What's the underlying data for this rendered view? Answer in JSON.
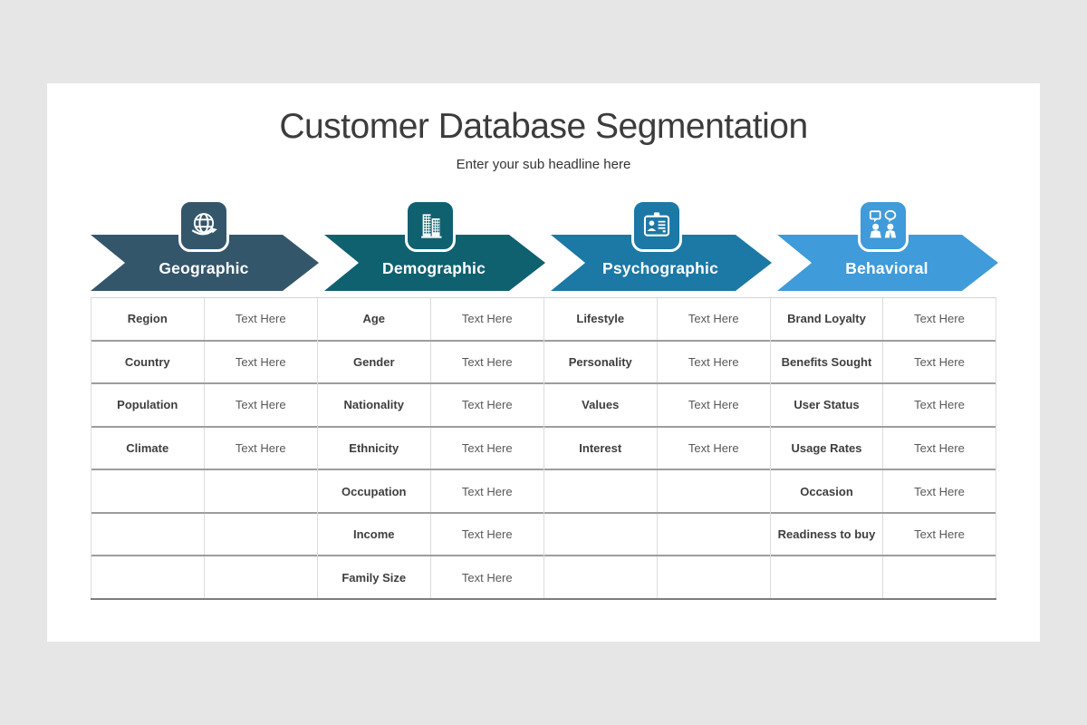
{
  "slide": {
    "title": "Customer Database Segmentation",
    "subtitle": "Enter your sub headline here"
  },
  "segments": [
    {
      "label": "Geographic",
      "color": "#34566B",
      "icon": "globe-icon",
      "rows": [
        {
          "label": "Region",
          "value": "Text Here"
        },
        {
          "label": "Country",
          "value": "Text Here"
        },
        {
          "label": "Population",
          "value": "Text Here"
        },
        {
          "label": "Climate",
          "value": "Text Here"
        }
      ]
    },
    {
      "label": "Demographic",
      "color": "#0F6170",
      "icon": "buildings-icon",
      "rows": [
        {
          "label": "Age",
          "value": "Text Here"
        },
        {
          "label": "Gender",
          "value": "Text Here"
        },
        {
          "label": "Nationality",
          "value": "Text Here"
        },
        {
          "label": "Ethnicity",
          "value": "Text Here"
        },
        {
          "label": "Occupation",
          "value": "Text Here"
        },
        {
          "label": "Income",
          "value": "Text Here"
        },
        {
          "label": "Family Size",
          "value": "Text Here"
        }
      ]
    },
    {
      "label": "Psychographic",
      "color": "#1C78A5",
      "icon": "id-card-icon",
      "rows": [
        {
          "label": "Lifestyle",
          "value": "Text Here"
        },
        {
          "label": "Personality",
          "value": "Text Here"
        },
        {
          "label": "Values",
          "value": "Text Here"
        },
        {
          "label": "Interest",
          "value": "Text Here"
        }
      ]
    },
    {
      "label": "Behavioral",
      "color": "#3F9BD9",
      "icon": "people-chat-icon",
      "rows": [
        {
          "label": "Brand Loyalty",
          "value": "Text Here"
        },
        {
          "label": "Benefits Sought",
          "value": "Text Here"
        },
        {
          "label": "User Status",
          "value": "Text Here"
        },
        {
          "label": "Usage Rates",
          "value": "Text Here"
        },
        {
          "label": "Occasion",
          "value": "Text Here"
        },
        {
          "label": "Readiness to buy",
          "value": "Text Here"
        }
      ]
    }
  ],
  "grid": {
    "row_count": 7
  }
}
